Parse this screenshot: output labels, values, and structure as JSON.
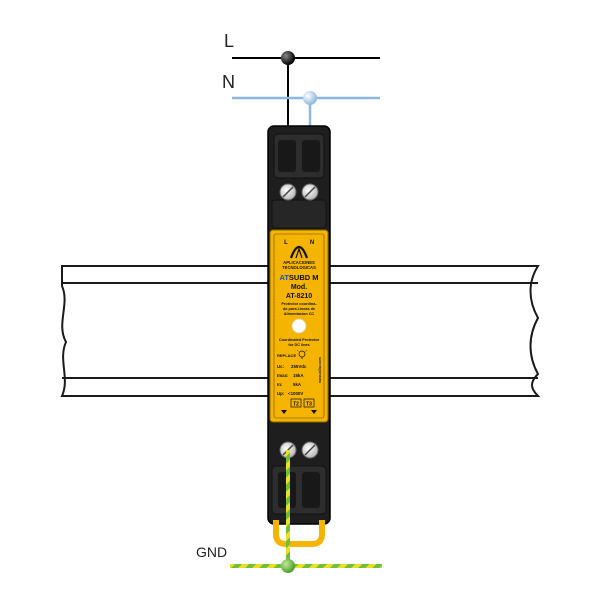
{
  "wires": {
    "line_label": "L",
    "neutral_label": "N",
    "ground_label": "GND"
  },
  "device": {
    "terminal_l": "L",
    "terminal_n": "N",
    "brand_line1": "APLICACIONES",
    "brand_line2": "TECNOLOGICAS",
    "brand_prefix": "AT",
    "brand_model": "SUBD M",
    "mod_label": "Mod.",
    "model_code": "AT-8210",
    "desc_es_1": "Protector coordina-",
    "desc_es_2": "do para Lineas de",
    "desc_es_3": "Alimentacion CC",
    "desc_en_1": "Coordinated Protector",
    "desc_en_2": "for DC lines",
    "replace_label": "REPLACE",
    "spec_uc_label": "Uc:",
    "spec_uc_value": "255Vdc",
    "spec_imax_label": "Imax:",
    "spec_imax_value": "15kA",
    "spec_in_label": "In:",
    "spec_in_value": "5kA",
    "spec_up_label": "Up:",
    "spec_up_value": "<1000V",
    "class_t2": "T2",
    "class_t3": "T3",
    "side_url": "www.at3w.com"
  },
  "colors": {
    "line_wire": "#000000",
    "neutral_wire": "#8fb8e0",
    "ground_wire_green": "#6fbf3a",
    "ground_wire_yellow": "#e8e020",
    "device_body": "#1e1e1e",
    "label_panel": "#f5b400"
  }
}
